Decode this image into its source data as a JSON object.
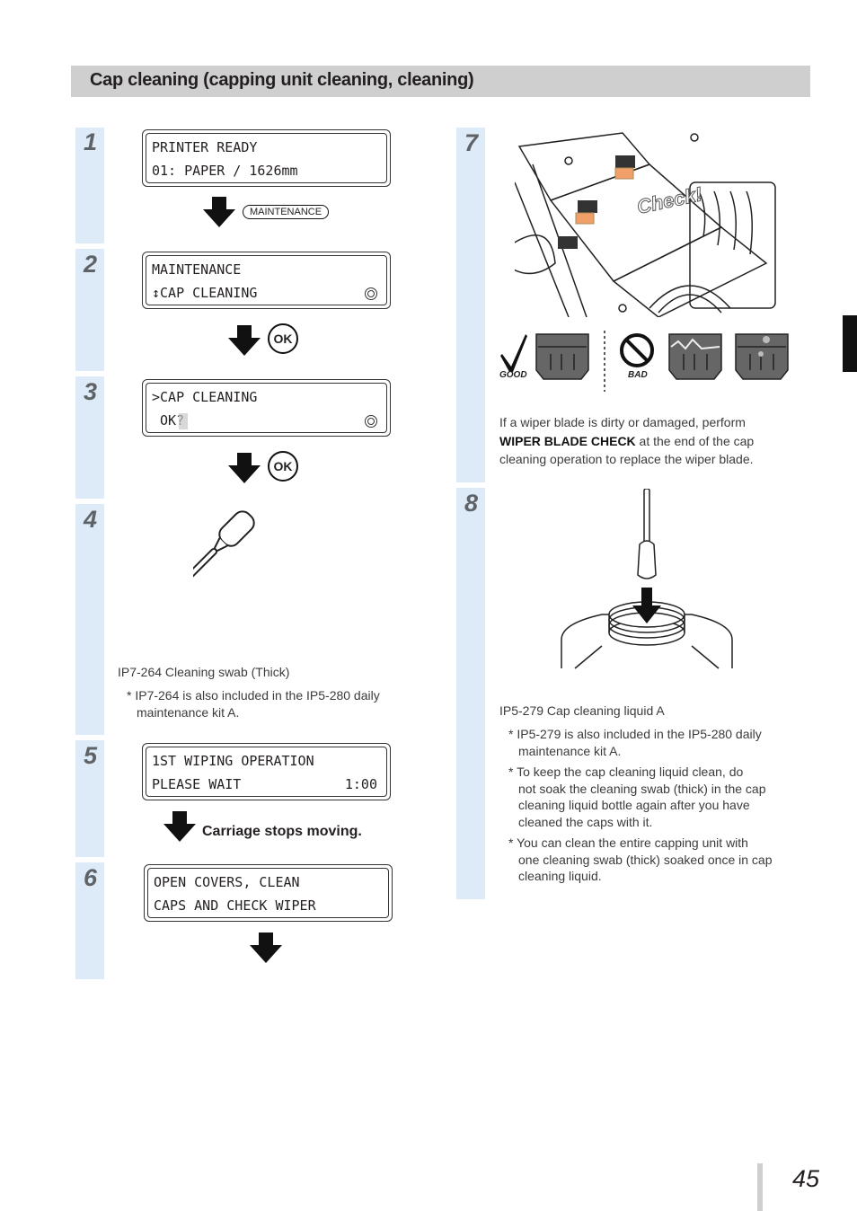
{
  "header": {
    "title": "Cap cleaning (capping unit cleaning, cleaning)"
  },
  "steps": [
    {
      "number": "1",
      "lcd": {
        "line1": "PRINTER READY",
        "line2": "01: PAPER / 1626mm"
      },
      "key_label": "MAINTENANCE"
    },
    {
      "number": "2",
      "lcd": {
        "line1": "MAINTENANCE",
        "line2": "↕CAP CLEANING"
      },
      "key_label": "OK"
    },
    {
      "number": "3",
      "lcd": {
        "line1": ">CAP CLEANING",
        "line2": " OK?"
      },
      "key_label": "OK"
    },
    {
      "number": "4",
      "caption": "IP7-264 Cleaning swab (Thick)",
      "note_line1": "* IP7-264 is also included in the IP5-280 daily",
      "note_line2": "maintenance kit A."
    },
    {
      "number": "5",
      "lcd": {
        "line1": "1ST WIPING OPERATION",
        "line2": "PLEASE WAIT",
        "line2_right": "1:00"
      },
      "arrow_text": "Carriage stops moving."
    },
    {
      "number": "6",
      "lcd": {
        "line1": "OPEN COVERS, CLEAN",
        "line2": "CAPS AND CHECK WIPER"
      }
    },
    {
      "number": "7",
      "check_label": "Check!",
      "good_label": "GOOD",
      "bad_label": "BAD",
      "text_line1": "If a wiper blade is dirty or damaged, perform",
      "text_bold": "WIPER BLADE CHECK",
      "text_line2_rest": " at the end of the cap",
      "text_line3": "cleaning operation to replace the wiper blade."
    },
    {
      "number": "8",
      "caption": "IP5-279 Cap cleaning liquid A",
      "notes": [
        [
          "* IP5-279 is also included in the IP5-280 daily",
          "maintenance kit A."
        ],
        [
          "* To keep the cap cleaning liquid clean, do",
          "not soak the cleaning swab (thick) in the cap",
          "cleaning liquid bottle again after you have",
          "cleaned the caps with it."
        ],
        [
          "* You can clean the entire capping unit with",
          "one cleaning swab (thick) soaked once in cap",
          "cleaning liquid."
        ]
      ]
    }
  ],
  "page_number": "45",
  "colors": {
    "step_bar": "#dcebf7",
    "header_bar": "#cfcfcf",
    "step_number": "#5f6368"
  }
}
